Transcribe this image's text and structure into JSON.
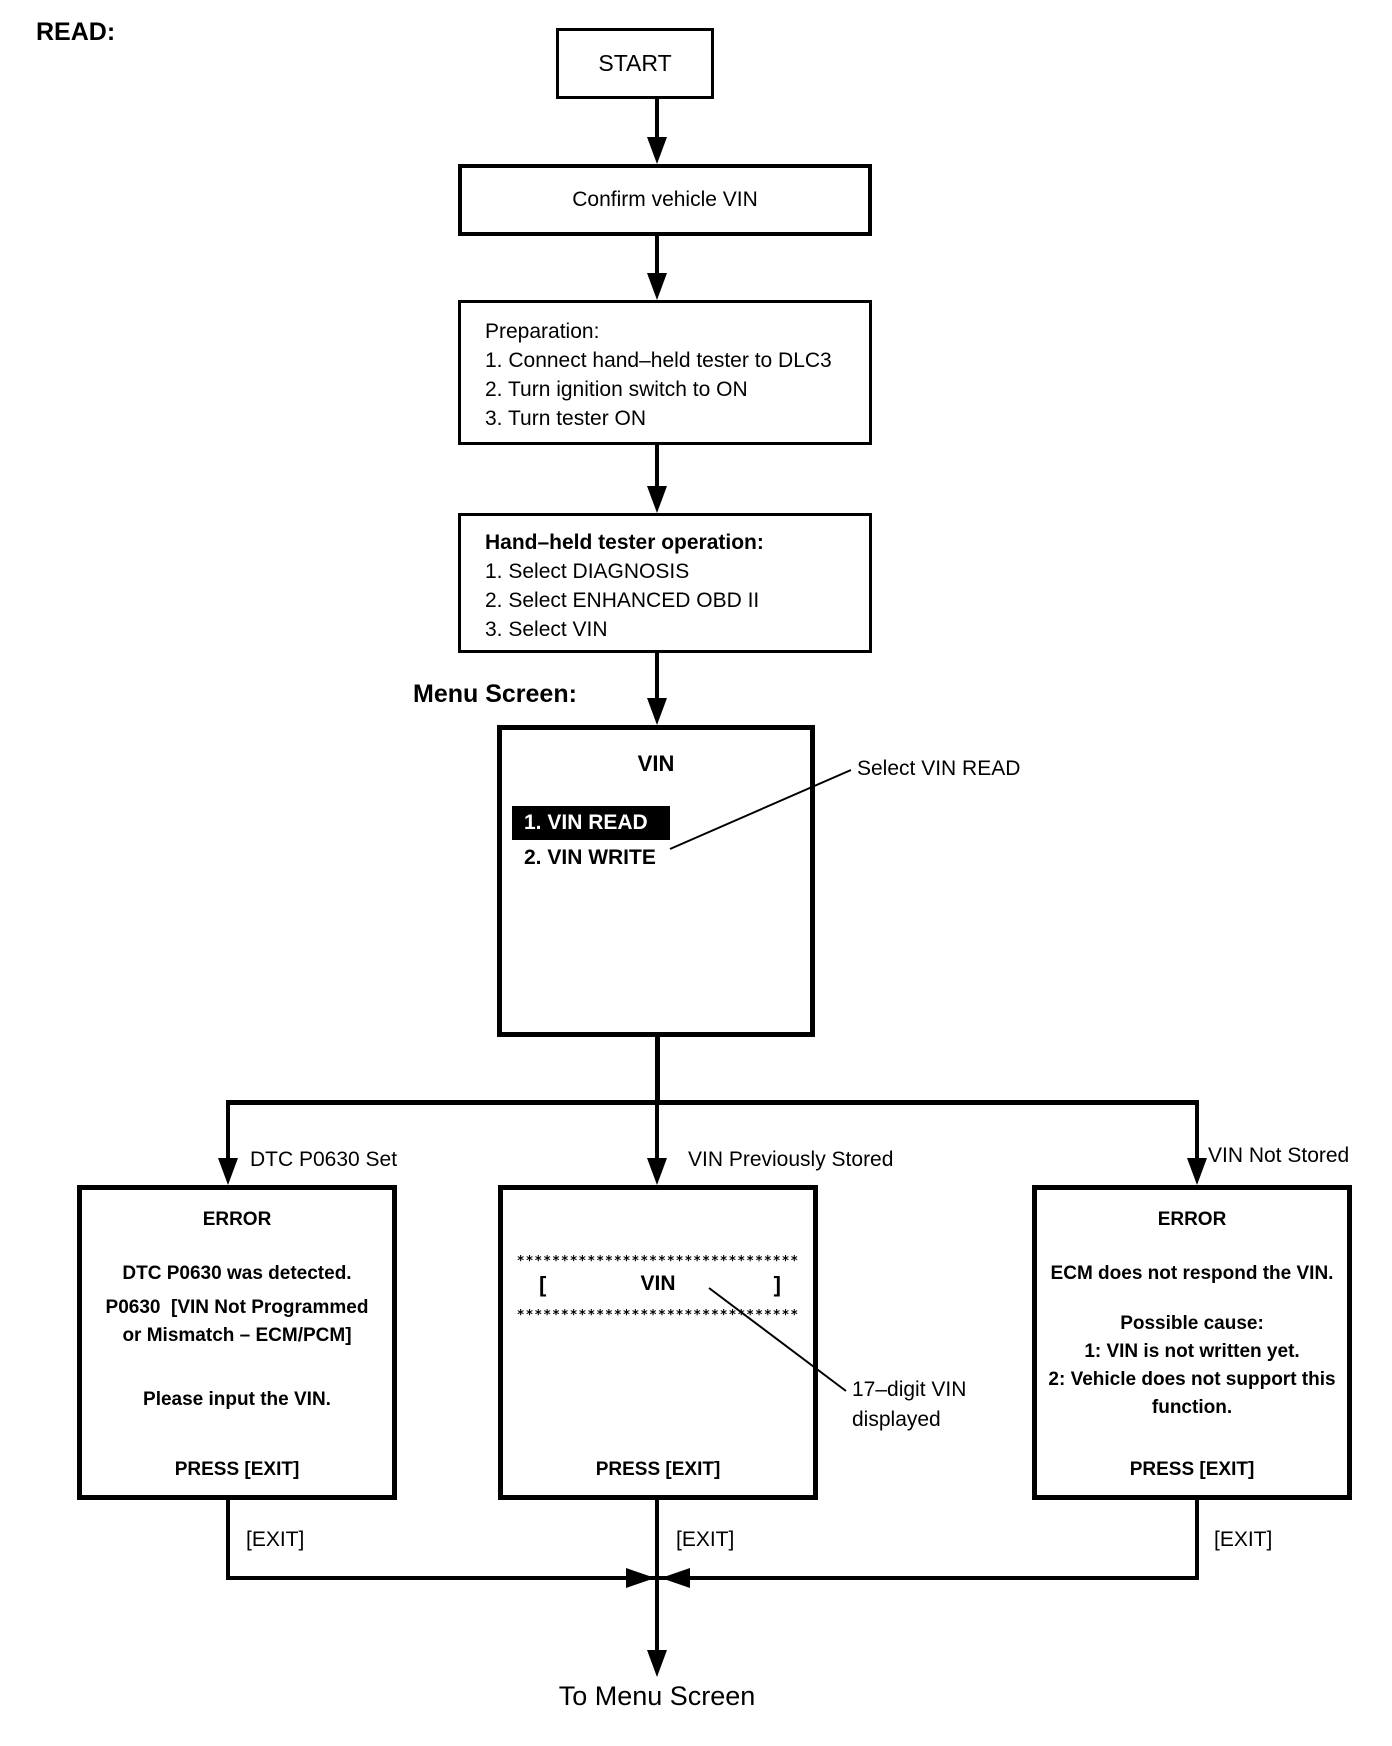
{
  "page": {
    "read_label": "READ:",
    "menu_screen_label": "Menu Screen:",
    "to_menu": "To Menu Screen"
  },
  "colors": {
    "ink": "#000000",
    "paper": "#ffffff",
    "highlight_bg": "#000000",
    "highlight_fg": "#ffffff"
  },
  "flow": {
    "start": "START",
    "confirm": "Confirm vehicle VIN",
    "preparation": {
      "title": "Preparation:",
      "steps": [
        "1. Connect hand–held tester to DLC3",
        "2. Turn ignition switch to ON",
        "3. Turn tester ON"
      ]
    },
    "tester": {
      "title": "Hand–held tester operation:",
      "steps": [
        "1. Select DIAGNOSIS",
        "2. Select ENHANCED OBD II",
        "3. Select VIN"
      ]
    }
  },
  "menu": {
    "title": "VIN",
    "item_read": "1. VIN READ",
    "item_write": "2. VIN WRITE",
    "annotation": "Select VIN READ"
  },
  "branches": {
    "left": {
      "label": "DTC P0630 Set",
      "lines": [
        "ERROR",
        "DTC P0630 was detected.",
        "P0630  [VIN Not Programmed",
        "or Mismatch – ECM/PCM]",
        "Please input the VIN.",
        "PRESS [EXIT]"
      ],
      "exit": "[EXIT]"
    },
    "center": {
      "label": "VIN Previously Stored",
      "stars": "********************************",
      "bracket_open": "[",
      "screen_title": "VIN",
      "bracket_close": "]",
      "press": "PRESS [EXIT]",
      "exit": "[EXIT]",
      "note_line1": "17–digit VIN",
      "note_line2": "displayed"
    },
    "right": {
      "label": "VIN Not Stored",
      "lines": [
        "ERROR",
        "ECM does not respond the VIN.",
        "Possible cause:",
        "1: VIN is not written yet.",
        "2: Vehicle does not support this",
        "function.",
        "PRESS [EXIT]"
      ],
      "exit": "[EXIT]"
    }
  }
}
